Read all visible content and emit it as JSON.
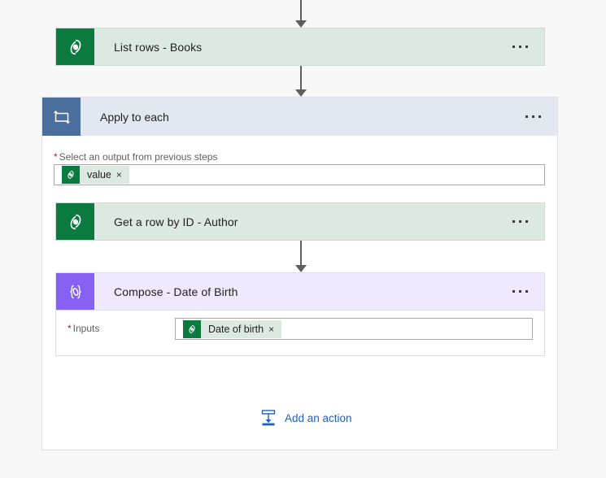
{
  "flow": {
    "steps": [
      {
        "id": "list-rows-books",
        "title": "List rows - Books",
        "type": "dataverse",
        "icon": "dataverse-icon",
        "menu": "more-commands-icon"
      },
      {
        "id": "apply-to-each",
        "title": "Apply to each",
        "type": "scope",
        "icon": "loop-icon",
        "menu": "more-commands-icon",
        "field": {
          "label": "Select an output from previous steps",
          "required_marker": "*",
          "token": {
            "label": "value",
            "icon": "dataverse-icon",
            "remove": "×"
          }
        }
      },
      {
        "id": "get-a-row-by-id-author",
        "title": "Get a row by ID - Author",
        "type": "dataverse",
        "icon": "dataverse-icon",
        "menu": "more-commands-icon"
      },
      {
        "id": "compose-date-of-birth",
        "title": "Compose - Date of Birth",
        "type": "compose",
        "icon": "compose-braces-icon",
        "menu": "more-commands-icon",
        "field": {
          "label": "Inputs",
          "required_marker": "*",
          "token": {
            "label": "Date of birth",
            "icon": "dataverse-icon",
            "remove": "×"
          }
        }
      }
    ],
    "add_action": {
      "label": "Add an action",
      "icon": "add-action-icon"
    }
  },
  "colors": {
    "canvas": "#f7f7f7",
    "dataverse_card": "#dce9e0",
    "dataverse_icon": "#0b7a3e",
    "compose_card": "#efe9fd",
    "compose_icon": "#8661f2",
    "scope_header": "#e3e8f0",
    "scope_icon": "#4a6f9c",
    "connector": "#605e5c",
    "link": "#1f5fbf",
    "required": "#a4262c"
  }
}
